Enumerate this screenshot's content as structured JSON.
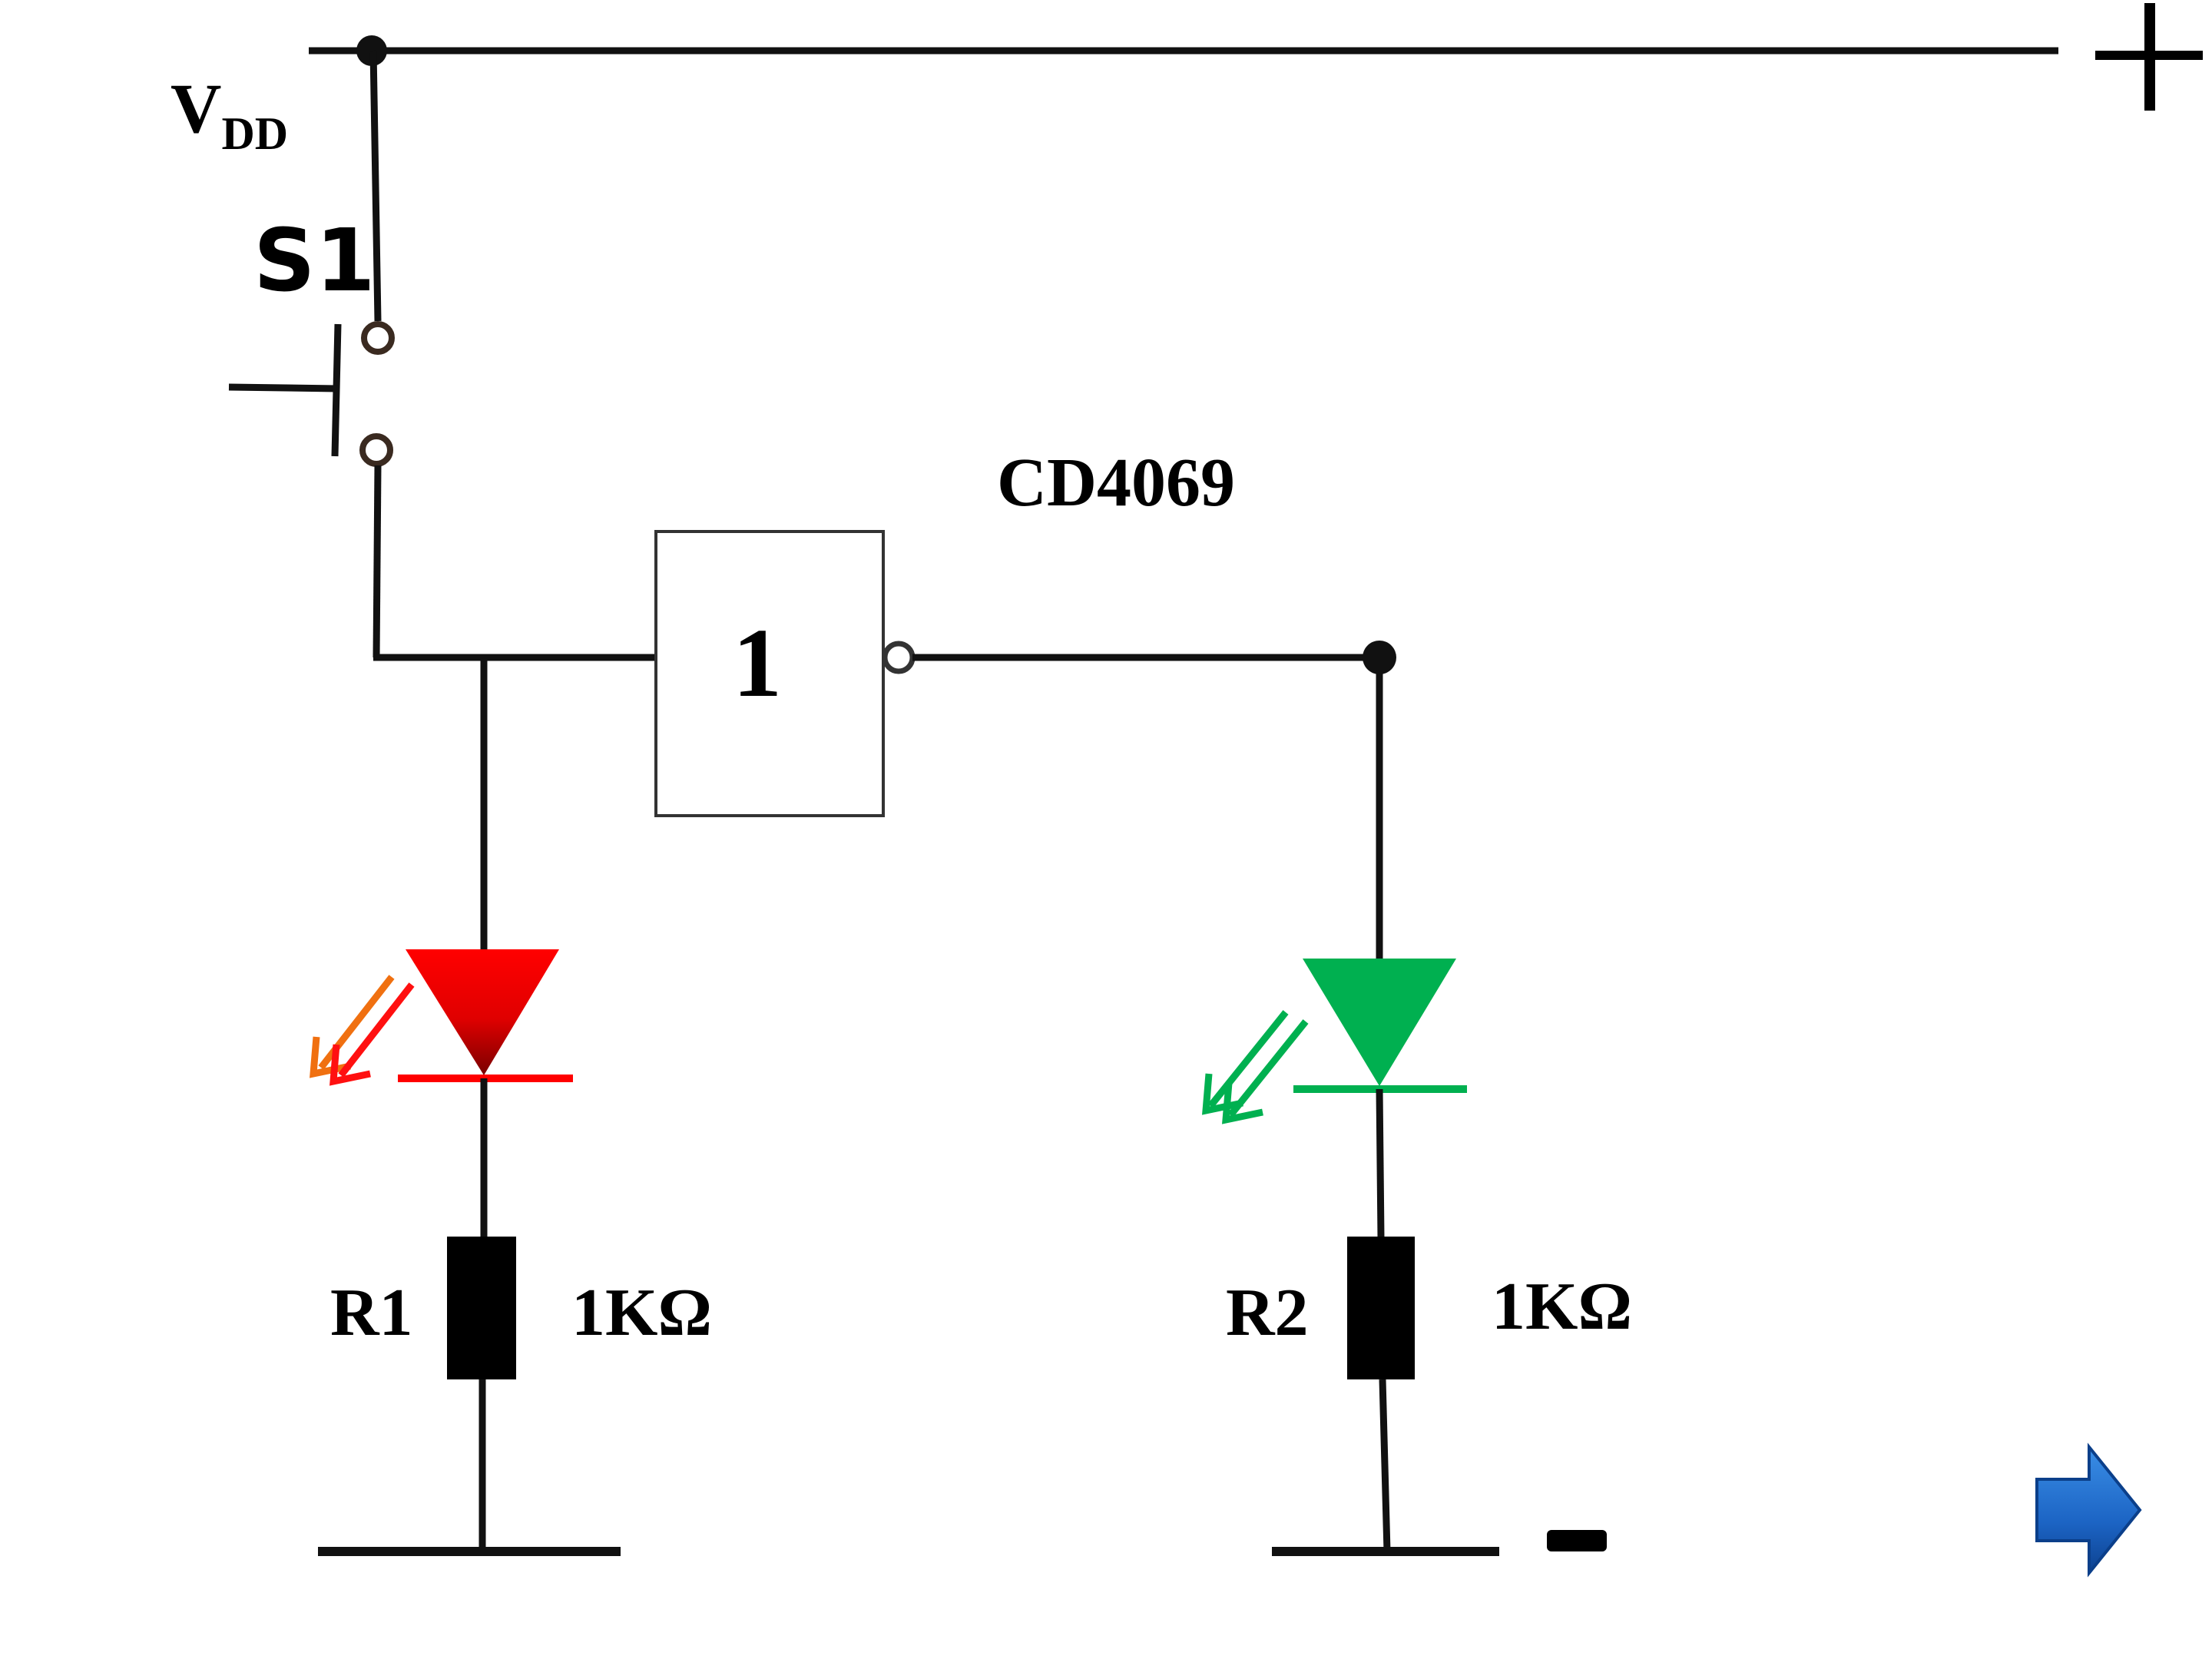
{
  "diagram": {
    "supply_label_main": "V",
    "supply_label_sub": "DD",
    "plus_symbol": "+",
    "minus_symbol": "-",
    "switch_label": "S1",
    "ic_label": "CD4069",
    "gate_label": "1",
    "resistor_1_label": "R1",
    "resistor_1_value": "1KΩ",
    "resistor_2_label": "R2",
    "resistor_2_value": "1KΩ"
  },
  "colors": {
    "wire": "#111111",
    "led_red": "#ff0000",
    "led_red_dark": "#8b0000",
    "led_red_arrow_orange": "#f07010",
    "led_green": "#00b050",
    "resistor": "#000000",
    "nav_arrow": "#1f6fd0",
    "nav_arrow_dark": "#0b3f8a"
  },
  "icons": {
    "next_slide": "arrow-right-icon"
  }
}
